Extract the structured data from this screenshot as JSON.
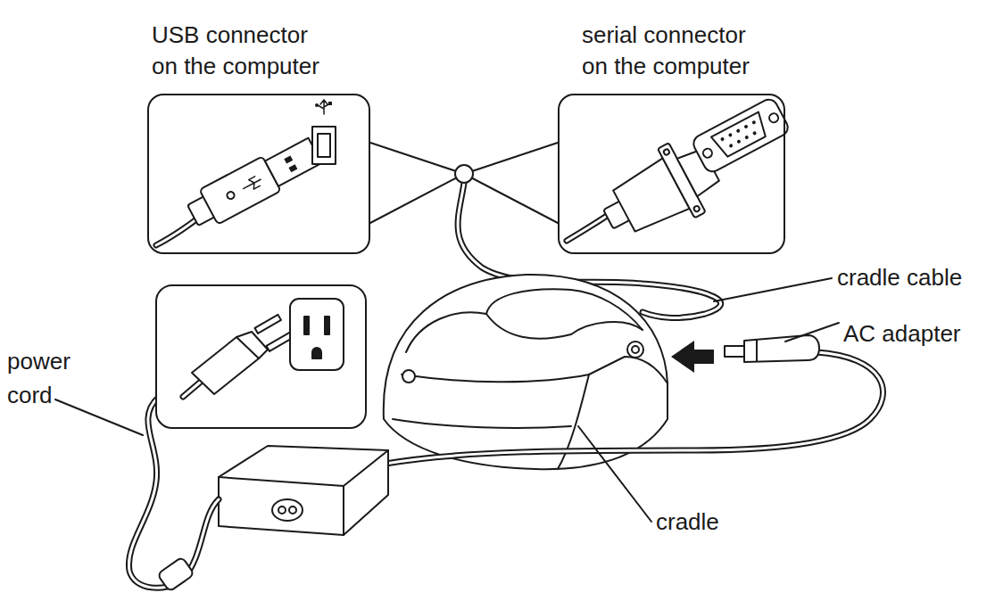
{
  "diagram": {
    "nodes": [
      {
        "text": [
          "USB connector on the computer"
        ]
      },
      {
        "text": [
          "serial connector on the computer"
        ]
      }
    ],
    "labels": [
      "cradle cable",
      "AC adapter",
      "power cord",
      "cradle"
    ]
  }
}
